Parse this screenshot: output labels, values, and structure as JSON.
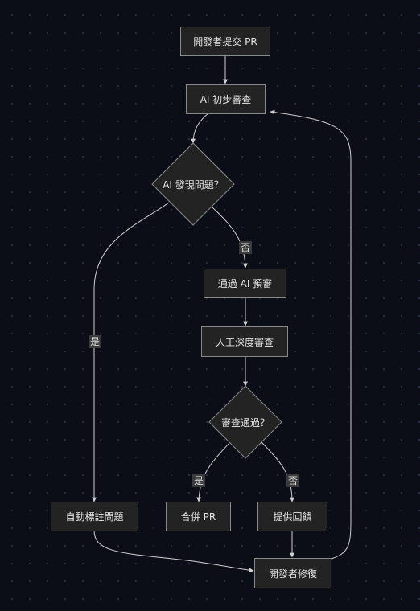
{
  "nodes": {
    "submit_pr": "開發者提交 PR",
    "ai_review": "AI 初步審查",
    "ai_issue": "AI 發現問題？",
    "pass_ai": "通過 AI 預審",
    "human_review": "人工深度審查",
    "review_pass": "審查通過？",
    "auto_mark": "自動標註問題",
    "merge_pr": "合併 PR",
    "feedback": "提供回饋",
    "dev_fix": "開發者修復"
  },
  "edge_labels": {
    "ai_no": "否",
    "ai_yes": "是",
    "review_yes": "是",
    "review_no": "否"
  }
}
